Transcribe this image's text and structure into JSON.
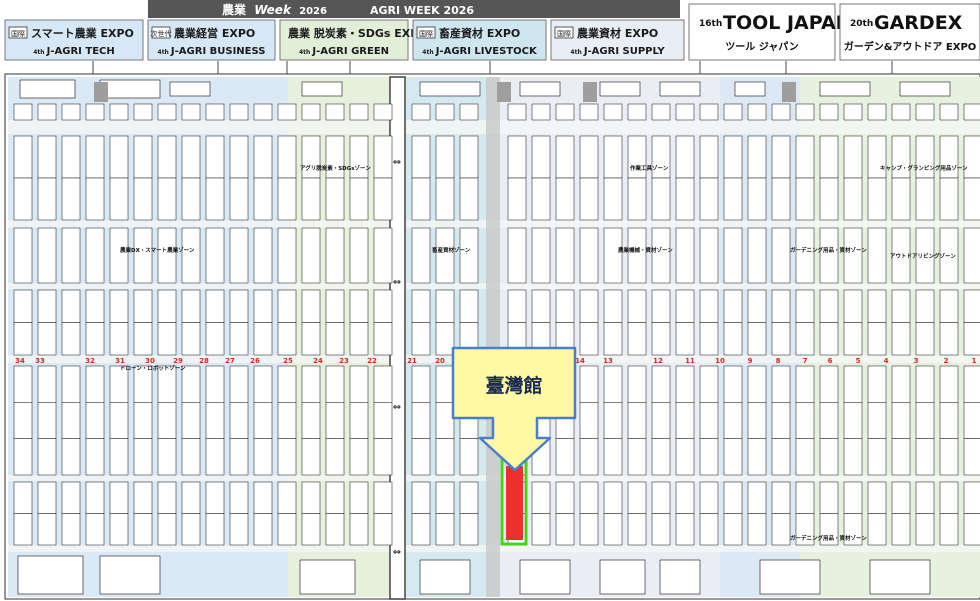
{
  "banner": {
    "title_jp": "農業",
    "title_week": "Week",
    "title_year": "2026",
    "title_en": "AGRI WEEK 2026"
  },
  "headers": [
    {
      "badge": "国際",
      "name": "スマート農業 EXPO",
      "sub_num": "4th",
      "sub": "J-AGRI TECH",
      "bg": "#d6e8f5"
    },
    {
      "badge": "次世代",
      "name": "農業経営 EXPO",
      "sub_num": "4th",
      "sub": "J-AGRI BUSINESS",
      "bg": "#d6e8f5"
    },
    {
      "badge": "",
      "name": "農業 脱炭素・SDGs EXPO",
      "sub_num": "4th",
      "sub": "J-AGRI GREEN",
      "bg": "#e1eed8"
    },
    {
      "badge": "国際",
      "name": "畜産資材 EXPO",
      "sub_num": "4th",
      "sub": "J-AGRI LIVESTOCK",
      "bg": "#cfe6ef"
    },
    {
      "badge": "国際",
      "name": "農業資材 EXPO",
      "sub_num": "4th",
      "sub": "J-AGRI SUPPLY",
      "bg": "#e8eef5"
    },
    {
      "badge": "16th",
      "name": "TOOL JAPAN",
      "sub_num": "",
      "sub": "ツール ジャパン",
      "bg": "#ffffff"
    },
    {
      "badge": "20th",
      "name": "GARDEX",
      "sub_num": "",
      "sub": "ガーデン&アウトドア EXPO",
      "bg": "#ffffff"
    }
  ],
  "hall_numbers": [
    "34",
    "33",
    "32",
    "31",
    "30",
    "29",
    "28",
    "27",
    "26",
    "25",
    "24",
    "23",
    "22",
    "21",
    "20",
    "14",
    "13",
    "12",
    "11",
    "10",
    "9",
    "8",
    "7",
    "6",
    "5",
    "4",
    "3",
    "2",
    "1"
  ],
  "zone_labels": [
    "アグリ脱炭素・SDGsゾーン",
    "農業DX・スマート農業ゾーン",
    "畜産資材ゾーン",
    "作業工具ゾーン",
    "ガーデニング用品・資材ゾーン",
    "キャンプ・グランピング用品ゾーン",
    "アウトドアリビングゾーン",
    "ドローン・ロボットゾーン",
    "農業機械・資材ゾーン",
    "ガーデニング用品・資材ゾーン"
  ],
  "callout": {
    "label": "臺灣館",
    "fill": "#fff9a6",
    "border": "#4a7fc8",
    "booth_color": "#e8322b",
    "outline": "#44d414"
  },
  "colors": {
    "tech_bg": "#dbe9f6",
    "green_bg": "#e6f0dc",
    "livestock_bg": "#d5e9f0",
    "supply_bg": "#eaeef4",
    "tool_bg": "#dce9f5",
    "gardex_bg": "#e7f1e0",
    "aisle_gray": "#9e9e9e",
    "hall_number_red": "#d9261c"
  }
}
